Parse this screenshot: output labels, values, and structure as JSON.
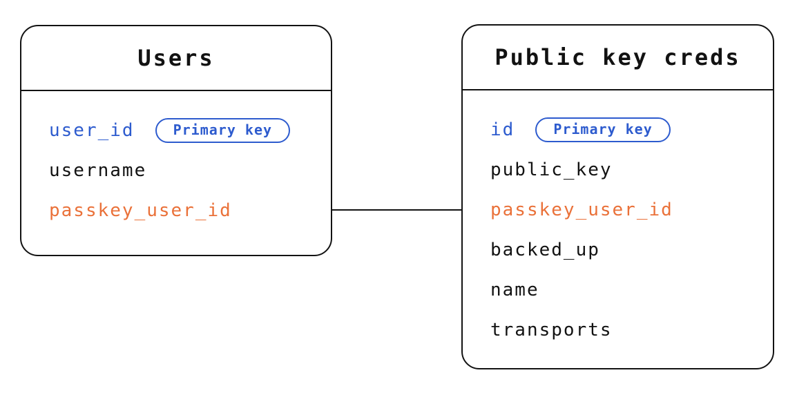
{
  "diagram": {
    "colors": {
      "field_default": "#121212",
      "field_primary": "#2d5bce",
      "field_foreign": "#ea7139",
      "border": "#121212",
      "background": "#ffffff"
    },
    "tables": [
      {
        "title": "Users",
        "fields": [
          {
            "label": "user_id",
            "badge": "Primary key"
          },
          {
            "label": "username"
          },
          {
            "label": "passkey_user_id"
          }
        ]
      },
      {
        "title": "Public key creds",
        "fields": [
          {
            "label": "id",
            "badge": "Primary key"
          },
          {
            "label": "public_key"
          },
          {
            "label": "passkey_user_id"
          },
          {
            "label": "backed_up"
          },
          {
            "label": "name"
          },
          {
            "label": "transports"
          }
        ]
      }
    ],
    "connector": {
      "from": "Users.passkey_user_id",
      "to": "Public key creds.passkey_user_id"
    }
  }
}
